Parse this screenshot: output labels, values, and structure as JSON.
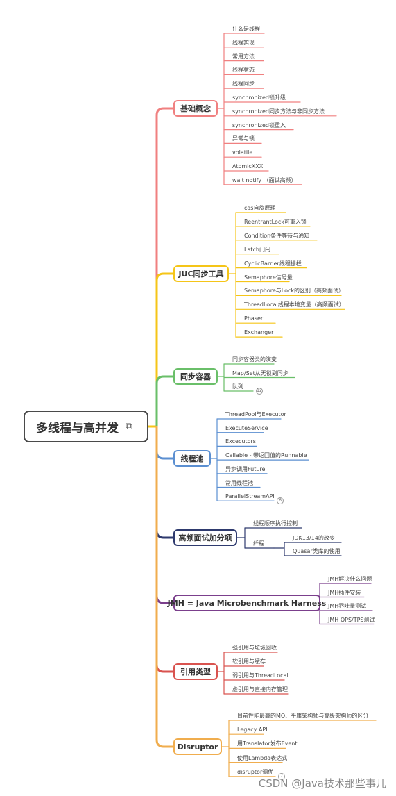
{
  "root": {
    "label": "多线程与高并发",
    "icon": "link-icon"
  },
  "branches": [
    {
      "label": "基础概念",
      "color": "#f08080",
      "items": [
        "什么是线程",
        "线程实现",
        "常用方法",
        "线程状态",
        "线程同步",
        "synchronized锁升级",
        "synchronized同步方法与非同步方法",
        "synchronized锁重入",
        "异常与锁",
        "volatile",
        "AtomicXXX",
        "wait notify （面试高频）"
      ]
    },
    {
      "label": "JUC同步工具",
      "color": "#f5c518",
      "items": [
        "cas自旋原理",
        "ReentrantLock可重入锁",
        "Condition条件等待与通知",
        "Latch门闩",
        "CyclicBarrier线程栅栏",
        "Semaphore信号量",
        "Semaphore与Lock的区别（高频面试）",
        "ThreadLocal线程本地变量（高频面试）",
        "Phaser",
        "Exchanger"
      ]
    },
    {
      "label": "同步容器",
      "color": "#6abf69",
      "items": [
        "同步容器类的演变",
        "Map/Set从无锁到同步",
        "队列"
      ],
      "badge": "12"
    },
    {
      "label": "线程池",
      "color": "#5b8fd1",
      "items": [
        "ThreadPool与Executor",
        "ExecuteService",
        "Excecutors",
        "Callable - 带返回值的Runnable",
        "异步调用Future",
        "常用线程池",
        "ParallelStreamAPI"
      ],
      "badge": "6"
    },
    {
      "label": "高频面试加分项",
      "color": "#2e3a6e",
      "items": [
        "线程顺序执行控制",
        "纤程"
      ],
      "sub_items": [
        "JDK13/14的改变",
        "Quasar类库的使用"
      ]
    },
    {
      "label": "JMH = Java Microbenchmark Harness",
      "color": "#7b3f8c",
      "items": [
        "JMH解决什么问题",
        "JMH插件安装",
        "JMH吞吐量测试",
        "JMH QPS/TPS测试"
      ]
    },
    {
      "label": "引用类型",
      "color": "#d9534f",
      "items": [
        "强引用与垃圾回收",
        "软引用与缓存",
        "弱引用与ThreadLocal",
        "虚引用与直接内存管理"
      ]
    },
    {
      "label": "Disruptor",
      "color": "#f0ad4e",
      "items": [
        "目前性能最高的MQ、平庸架构师与高级架构师的区分",
        "Legacy API",
        "用Translator发布Event",
        "使用Lambda表达式",
        "disruptor调优"
      ],
      "badge": "7"
    }
  ],
  "spine_color": "#f5c518",
  "watermark": "CSDN @Java技术那些事儿"
}
